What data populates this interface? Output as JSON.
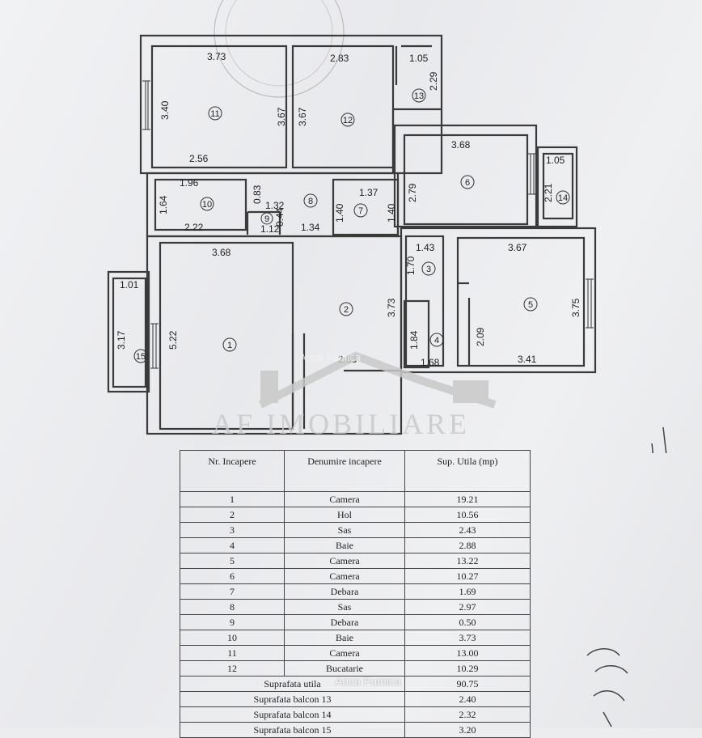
{
  "plan": {
    "dimensions": {
      "r11_top": "3.73",
      "r11_left": "3.40",
      "r11_right": "3.67",
      "r11_bottom": "2.56",
      "r12_top": "2.83",
      "r12_left": "3.67",
      "r13_top": "1.05",
      "r13_right": "2.29",
      "r6_top": "3.68",
      "r6_left": "2.79",
      "r6_right": "2.21",
      "r14_top": "1.05",
      "r10_top": "1.96",
      "r10_left": "1.64",
      "r10_right": "0.83",
      "r10_bottom": "2.22",
      "r9_a": "1.32",
      "r9_b": "1.12",
      "r9_c": "0.44",
      "r8_bottom": "1.34",
      "r7_top": "1.37",
      "r7_left": "1.40",
      "r7_right": "1.40",
      "r3_left": "1.70",
      "r3_top": "1.43",
      "r5_top": "3.67",
      "r5_right": "3.75",
      "r5_left": "2.09",
      "r5_bottom": "3.41",
      "r1_top": "3.68",
      "r1_left": "5.22",
      "r15_top": "1.01",
      "r15_left": "3.17",
      "r2_right": "3.73",
      "r2_bottom": "2.83",
      "r4_left": "1.84",
      "r4_bottom": "1.68"
    },
    "room_numbers": {
      "n1": "1",
      "n2": "2",
      "n3": "3",
      "n4": "4",
      "n5": "5",
      "n6": "6",
      "n7": "7",
      "n8": "8",
      "n9": "9",
      "n10": "10",
      "n11": "11",
      "n12": "12",
      "n13": "13",
      "n14": "14",
      "n15": "15"
    }
  },
  "watermark": {
    "brand": "AF IMOBILIARE",
    "agent_top": "Anca Fumica",
    "agent_bottom": "Anca Fumica"
  },
  "table": {
    "headers": {
      "nr": "Nr. Incapere",
      "name": "Denumire incapere",
      "area": "Sup. Utila (mp)"
    },
    "rows": [
      {
        "nr": "1",
        "name": "Camera",
        "area": "19.21"
      },
      {
        "nr": "2",
        "name": "Hol",
        "area": "10.56"
      },
      {
        "nr": "3",
        "name": "Sas",
        "area": "2.43"
      },
      {
        "nr": "4",
        "name": "Baie",
        "area": "2.88"
      },
      {
        "nr": "5",
        "name": "Camera",
        "area": "13.22"
      },
      {
        "nr": "6",
        "name": "Camera",
        "area": "10.27"
      },
      {
        "nr": "7",
        "name": "Debara",
        "area": "1.69"
      },
      {
        "nr": "8",
        "name": "Sas",
        "area": "2.97"
      },
      {
        "nr": "9",
        "name": "Debara",
        "area": "0.50"
      },
      {
        "nr": "10",
        "name": "Baie",
        "area": "3.73"
      },
      {
        "nr": "11",
        "name": "Camera",
        "area": "13.00"
      },
      {
        "nr": "12",
        "name": "Bucatarie",
        "area": "10.29"
      }
    ],
    "summary": [
      {
        "label": "Suprafata utila",
        "area": "90.75"
      },
      {
        "label": "Suprafata balcon 13",
        "area": "2.40"
      },
      {
        "label": "Suprafata balcon 14",
        "area": "2.32"
      },
      {
        "label": "Suprafata balcon 15",
        "area": "3.20"
      }
    ]
  },
  "colors": {
    "ink": "#2a2a2a",
    "paper": "#ecedef",
    "watermark": "#c9c9c9"
  }
}
